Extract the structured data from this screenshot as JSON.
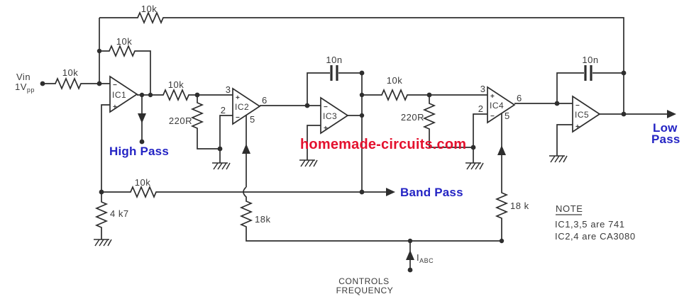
{
  "input": {
    "name": "Vin",
    "level_main": "1V",
    "level_sub": "pp"
  },
  "resistors": {
    "r_top": "10k",
    "r_fb": "10k",
    "r_in": "10k",
    "r_ic1_out": "10k",
    "r_220_a": "220R",
    "r_ic3_out": "10k",
    "r_220_b": "220R",
    "r_bp": "10k",
    "r_4k7": "4 k7",
    "r_18k_a": "18k",
    "r_18k_b": "18 k"
  },
  "capacitors": {
    "c_a": "10n",
    "c_b": "10n"
  },
  "opamps": {
    "ic1": "IC1",
    "ic2": "IC2",
    "ic3": "IC3",
    "ic4": "IC4",
    "ic5": "IC5",
    "plus": "+",
    "minus": "−"
  },
  "pins": {
    "p3": "3",
    "p2": "2",
    "p6": "6",
    "p5": "5"
  },
  "outputs": {
    "high_pass": "High Pass",
    "band_pass": "Band Pass",
    "low_line1": "Low",
    "low_line2": "Pass"
  },
  "control": {
    "current_main": "I",
    "current_sub": "ABC",
    "line1": "CONTROLS",
    "line2": "FREQUENCY"
  },
  "note": {
    "title": "NOTE",
    "line1": "IC1,3,5 are 741",
    "line2": "IC2,4 are CA3080"
  },
  "watermark": "homemade-circuits.com",
  "colors": {
    "line": "#2e2e2e",
    "label_gray": "#3a3a3a",
    "output_blue": "#2424c4",
    "watermark_red": "#e4112e"
  }
}
